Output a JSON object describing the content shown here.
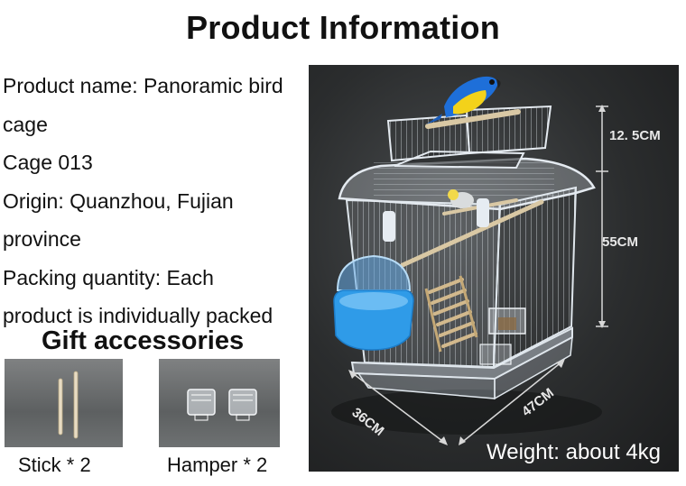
{
  "title": "Product Information",
  "info_lines": [
    "Product name: Panoramic bird",
    "cage",
    "Cage 013",
    "Origin: Quanzhou, Fujian",
    "province",
    "Packing quantity: Each",
    "product is individually packed"
  ],
  "gift": {
    "title": "Gift accessories",
    "items": [
      {
        "label": "Stick * 2",
        "icon": "stick-icon"
      },
      {
        "label": "Hamper * 2",
        "icon": "hamper-icon"
      }
    ]
  },
  "photo": {
    "dim_top": "12. 5CM",
    "dim_height": "55CM",
    "dim_depth": "36CM",
    "dim_width": "47CM",
    "weight": "Weight: about 4kg"
  },
  "colors": {
    "parrot_blue": "#1e6fd9",
    "parrot_yellow": "#f3d21a",
    "feeder_blue": "#2f9be8",
    "perch": "#d9c8a4"
  }
}
